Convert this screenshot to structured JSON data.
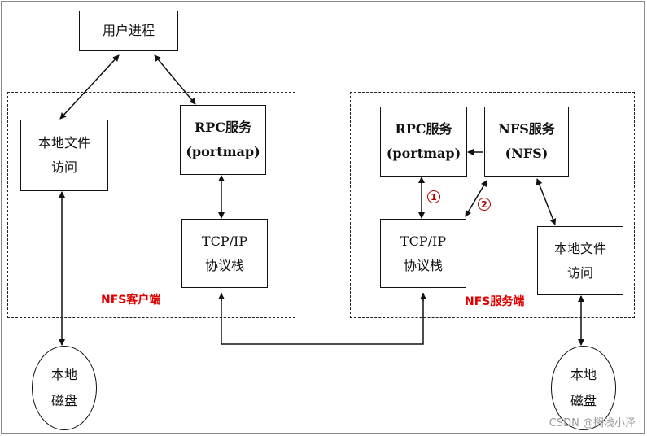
{
  "user_process": "用户进程",
  "client": {
    "zone_label": "NFS客户端",
    "local_file_access": [
      "本地文件",
      "访问"
    ],
    "rpc": [
      "RPC服务",
      "(portmap)"
    ],
    "tcpip": [
      "TCP/IP",
      "协议栈"
    ],
    "disk": [
      "本地",
      "磁盘"
    ]
  },
  "server": {
    "zone_label": "NFS服务端",
    "rpc": [
      "RPC服务",
      "(portmap)"
    ],
    "nfs": [
      "NFS服务",
      "(NFS)"
    ],
    "tcpip": [
      "TCP/IP",
      "协议栈"
    ],
    "local_file_access": [
      "本地文件",
      "访问"
    ],
    "disk": [
      "本地",
      "磁盘"
    ],
    "step1": "1",
    "step2": "2"
  },
  "watermark": "CSDN @搁浅小泽",
  "colors": {
    "zone_label": "#e00000",
    "step": "#b00000"
  }
}
